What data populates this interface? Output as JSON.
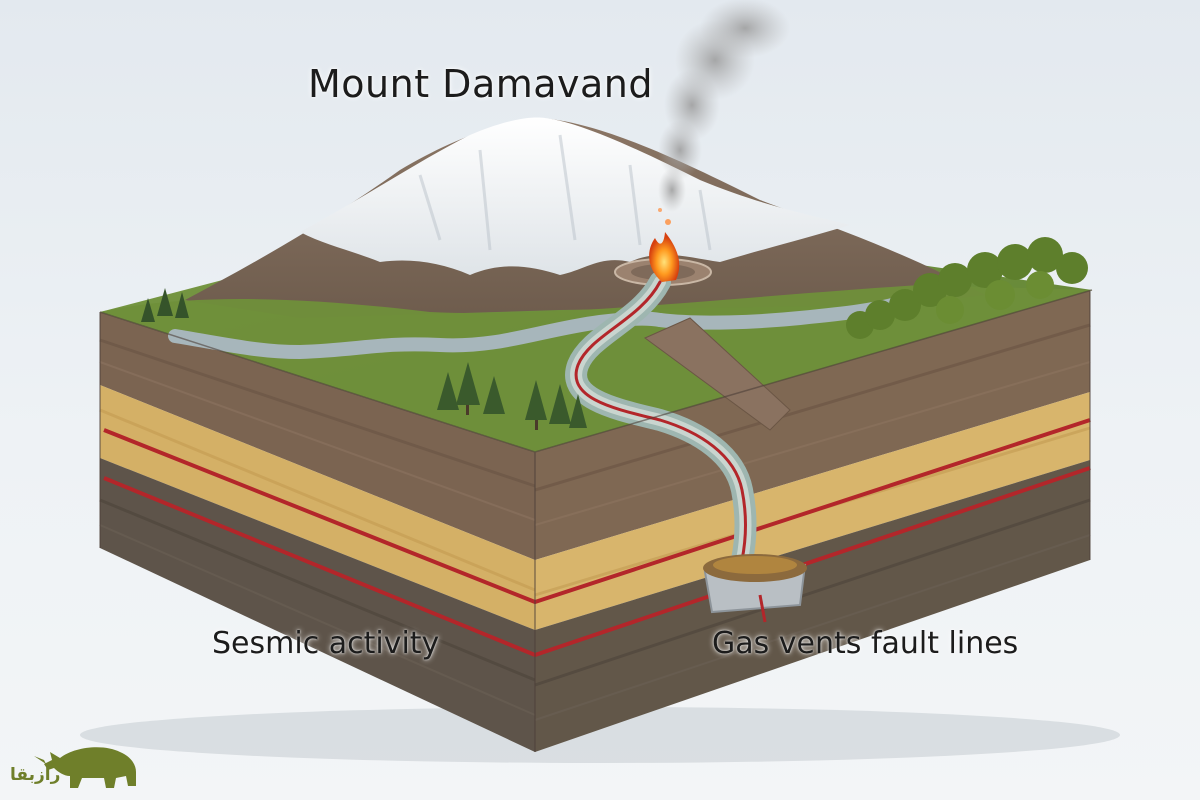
{
  "labels": {
    "title": "Mount Damavand",
    "seismic": "Sesmic activity",
    "gas": "Gas vents fault lines"
  },
  "logo": {
    "text": "رازبقا",
    "icon": "rhino-icon"
  },
  "colors": {
    "sky": "#e8edf2",
    "grass": "#6f8f3a",
    "river": "#a9b8bd",
    "topsoil": "#7a6350",
    "sand": "#d7b56a",
    "bedrock": "#5f554b",
    "fault": "#b3262a",
    "snow": "#f4f6f8",
    "lava": "#f07a18",
    "smoke": "#8a8a8a",
    "logo": "#6f7f2a"
  }
}
